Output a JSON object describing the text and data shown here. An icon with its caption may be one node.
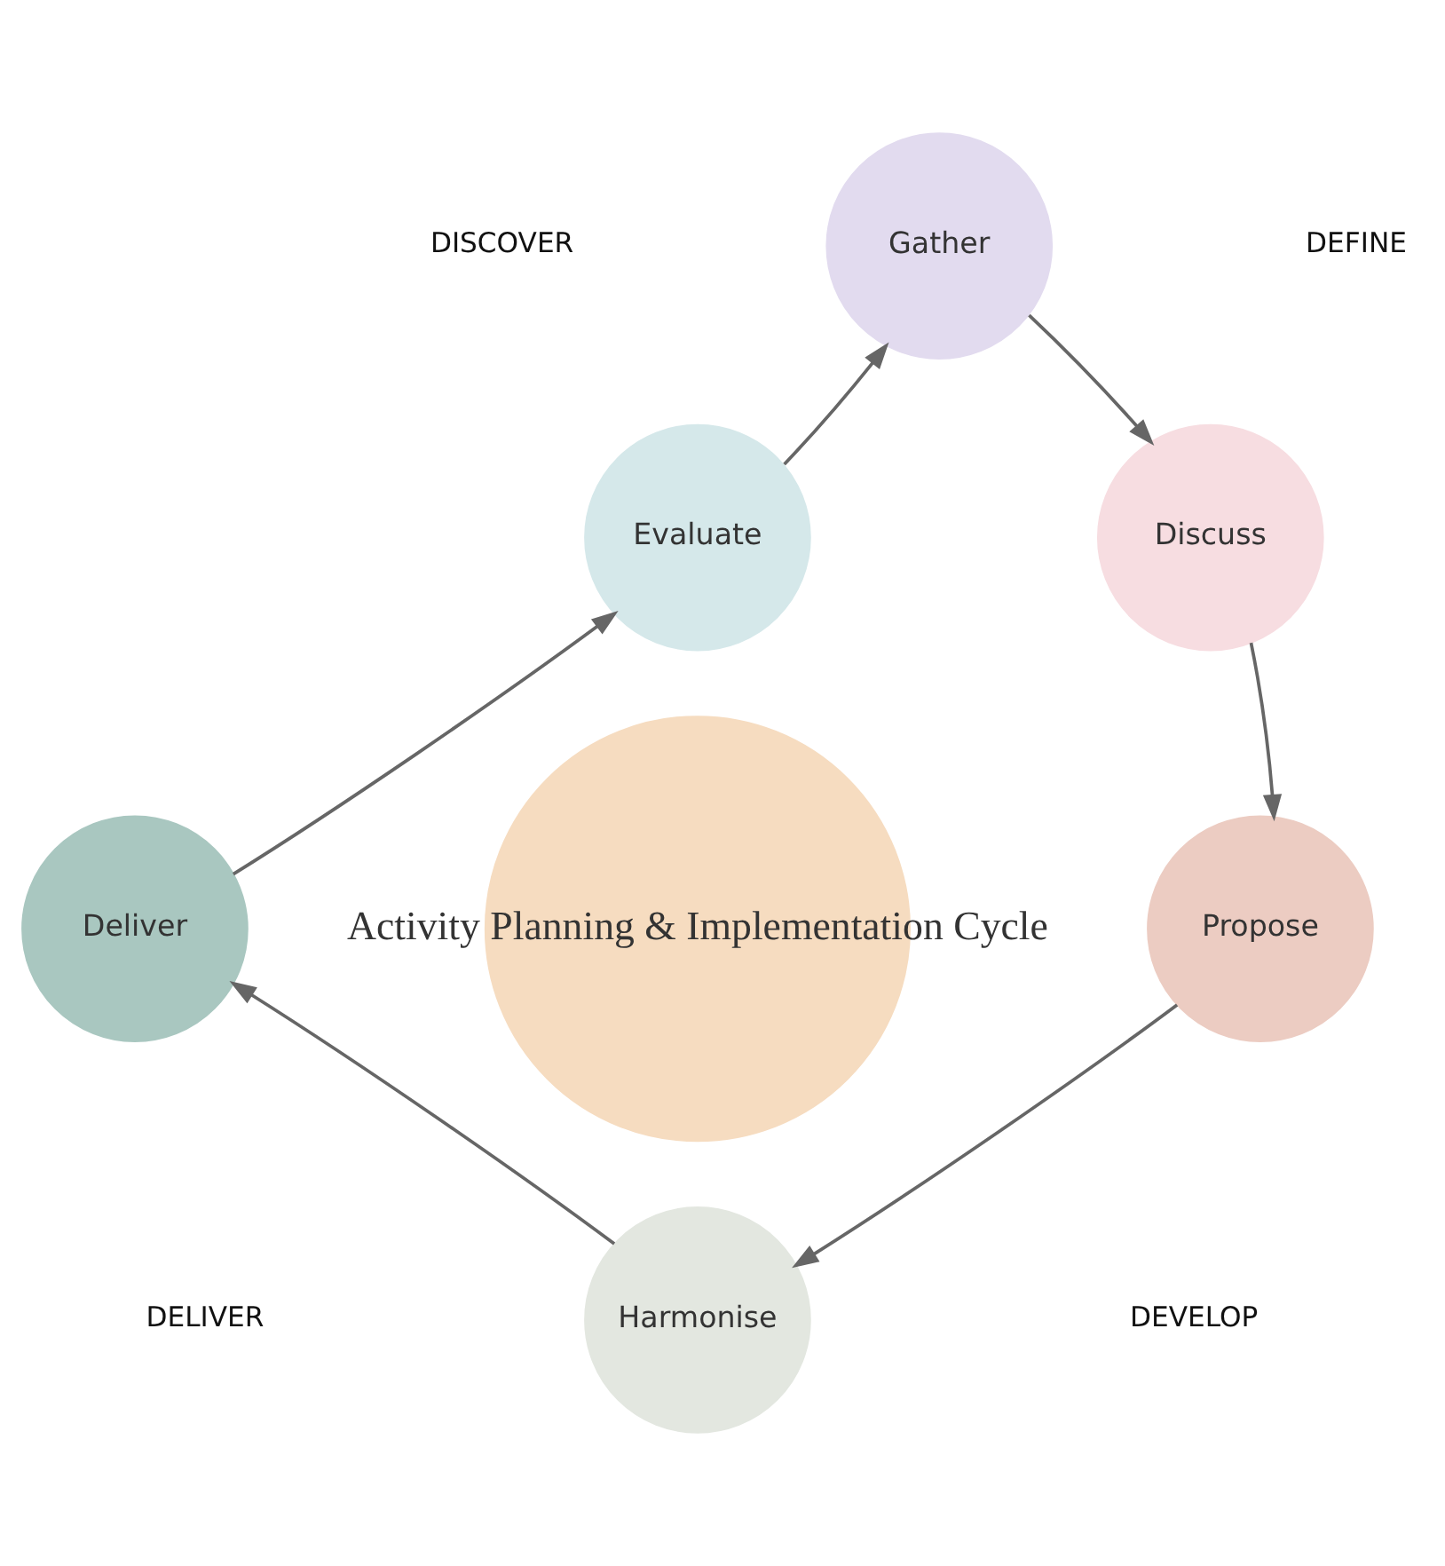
{
  "diagram": {
    "nodes": [
      {
        "text": [
          "Activity Planning & Implementation Cycle"
        ]
      },
      {
        "text": [
          "Gather"
        ]
      },
      {
        "text": [
          "Discuss"
        ]
      },
      {
        "text": [
          "Propose"
        ]
      },
      {
        "text": [
          "Harmonise"
        ]
      },
      {
        "text": [
          "Deliver"
        ]
      },
      {
        "text": [
          "Evaluate"
        ]
      }
    ],
    "edges": [
      {
        "from": 6,
        "to": 1,
        "arrow": "to"
      },
      {
        "from": 1,
        "to": 2,
        "arrow": "to"
      },
      {
        "from": 2,
        "to": 3,
        "arrow": "to"
      },
      {
        "from": 3,
        "to": 4,
        "arrow": "to"
      },
      {
        "from": 4,
        "to": 5,
        "arrow": "to"
      },
      {
        "from": 5,
        "to": 6,
        "arrow": "to"
      }
    ],
    "labels": [
      "DISCOVER",
      "DEFINE",
      "DELIVER",
      "DEVELOP"
    ]
  }
}
